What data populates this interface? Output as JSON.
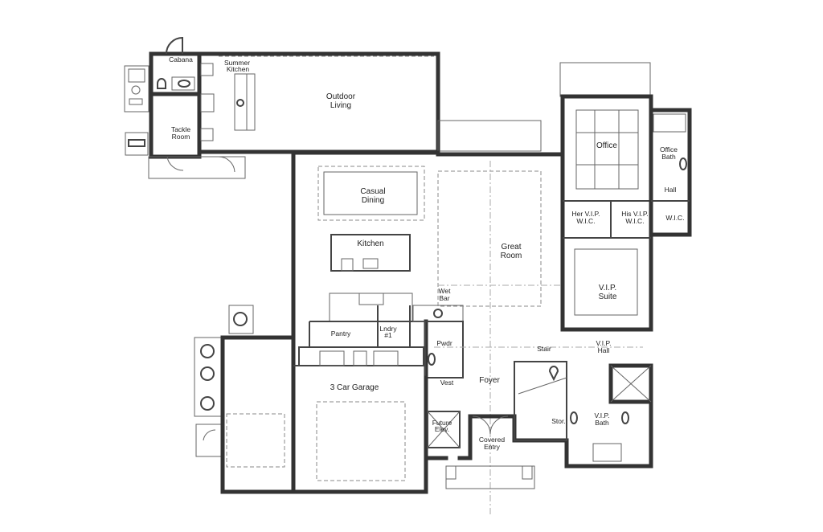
{
  "plan": {
    "rooms": {
      "cabana": "Cabana",
      "summer_kitchen_1": "Summer",
      "summer_kitchen_2": "Kitchen",
      "tackle_1": "Tackle",
      "tackle_2": "Room",
      "outdoor_1": "Outdoor",
      "outdoor_2": "Living",
      "casual_1": "Casual",
      "casual_2": "Dining",
      "kitchen": "Kitchen",
      "great_1": "Great",
      "great_2": "Room",
      "office": "Office",
      "office_bath_1": "Office",
      "office_bath_2": "Bath",
      "hall": "Hall",
      "wic": "W.I.C.",
      "her_wic_1": "Her V.I.P.",
      "her_wic_2": "W.I.C.",
      "his_wic_1": "His V.I.P.",
      "his_wic_2": "W.I.C.",
      "vip_suite_1": "V.I.P.",
      "vip_suite_2": "Suite",
      "wet_bar_1": "Wet",
      "wet_bar_2": "Bar",
      "stair": "Stair",
      "vip_hall_1": "V.I.P.",
      "vip_hall_2": "Hall",
      "pantry": "Pantry",
      "laundry_1": "Lndry",
      "laundry_2": "#1",
      "powder": "Pwdr",
      "garage": "3 Car Garage",
      "vest": "Vest",
      "foyer": "Foyer",
      "elev_1": "Future",
      "elev_2": "Elev.",
      "covered_1": "Covered",
      "covered_2": "Entry",
      "storage": "Stor.",
      "vip_bath_1": "V.I.P.",
      "vip_bath_2": "Bath"
    },
    "colors": {
      "wall": "#333333",
      "line": "#666666",
      "background": "#ffffff"
    }
  }
}
